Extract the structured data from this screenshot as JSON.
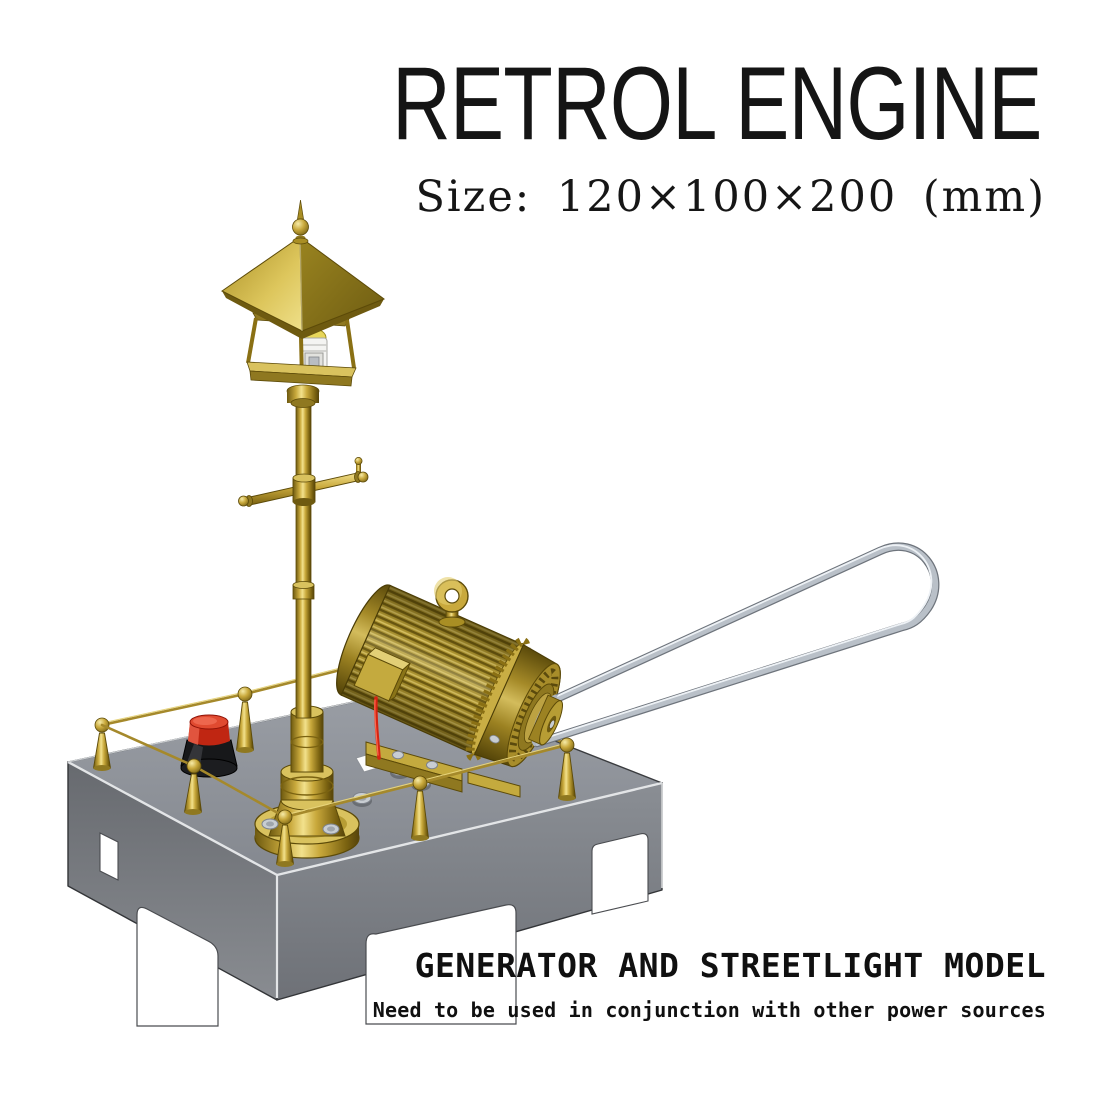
{
  "page": {
    "background": "#ffffff"
  },
  "header": {
    "title": "RETROL ENGINE",
    "size_label": "Size: 120×100×200 (mm)"
  },
  "footer": {
    "heading": "GENERATOR AND STREETLIGHT MODEL",
    "note": "Need to be used in conjunction with other power sources"
  },
  "product": {
    "parts": [
      "street-lamp",
      "lantern-bulb",
      "generator-motor",
      "hand-crank-handle",
      "base-platform",
      "red-push-button",
      "perimeter-railing"
    ],
    "colors": {
      "brass": "#C9A93C",
      "brass_light": "#F2E18C",
      "brass_dark": "#6E5A10",
      "base_gray": "#7E8287",
      "button_red": "#D93A22",
      "handle_silver": "#B9C0C8",
      "wire_red": "#D42312"
    }
  }
}
